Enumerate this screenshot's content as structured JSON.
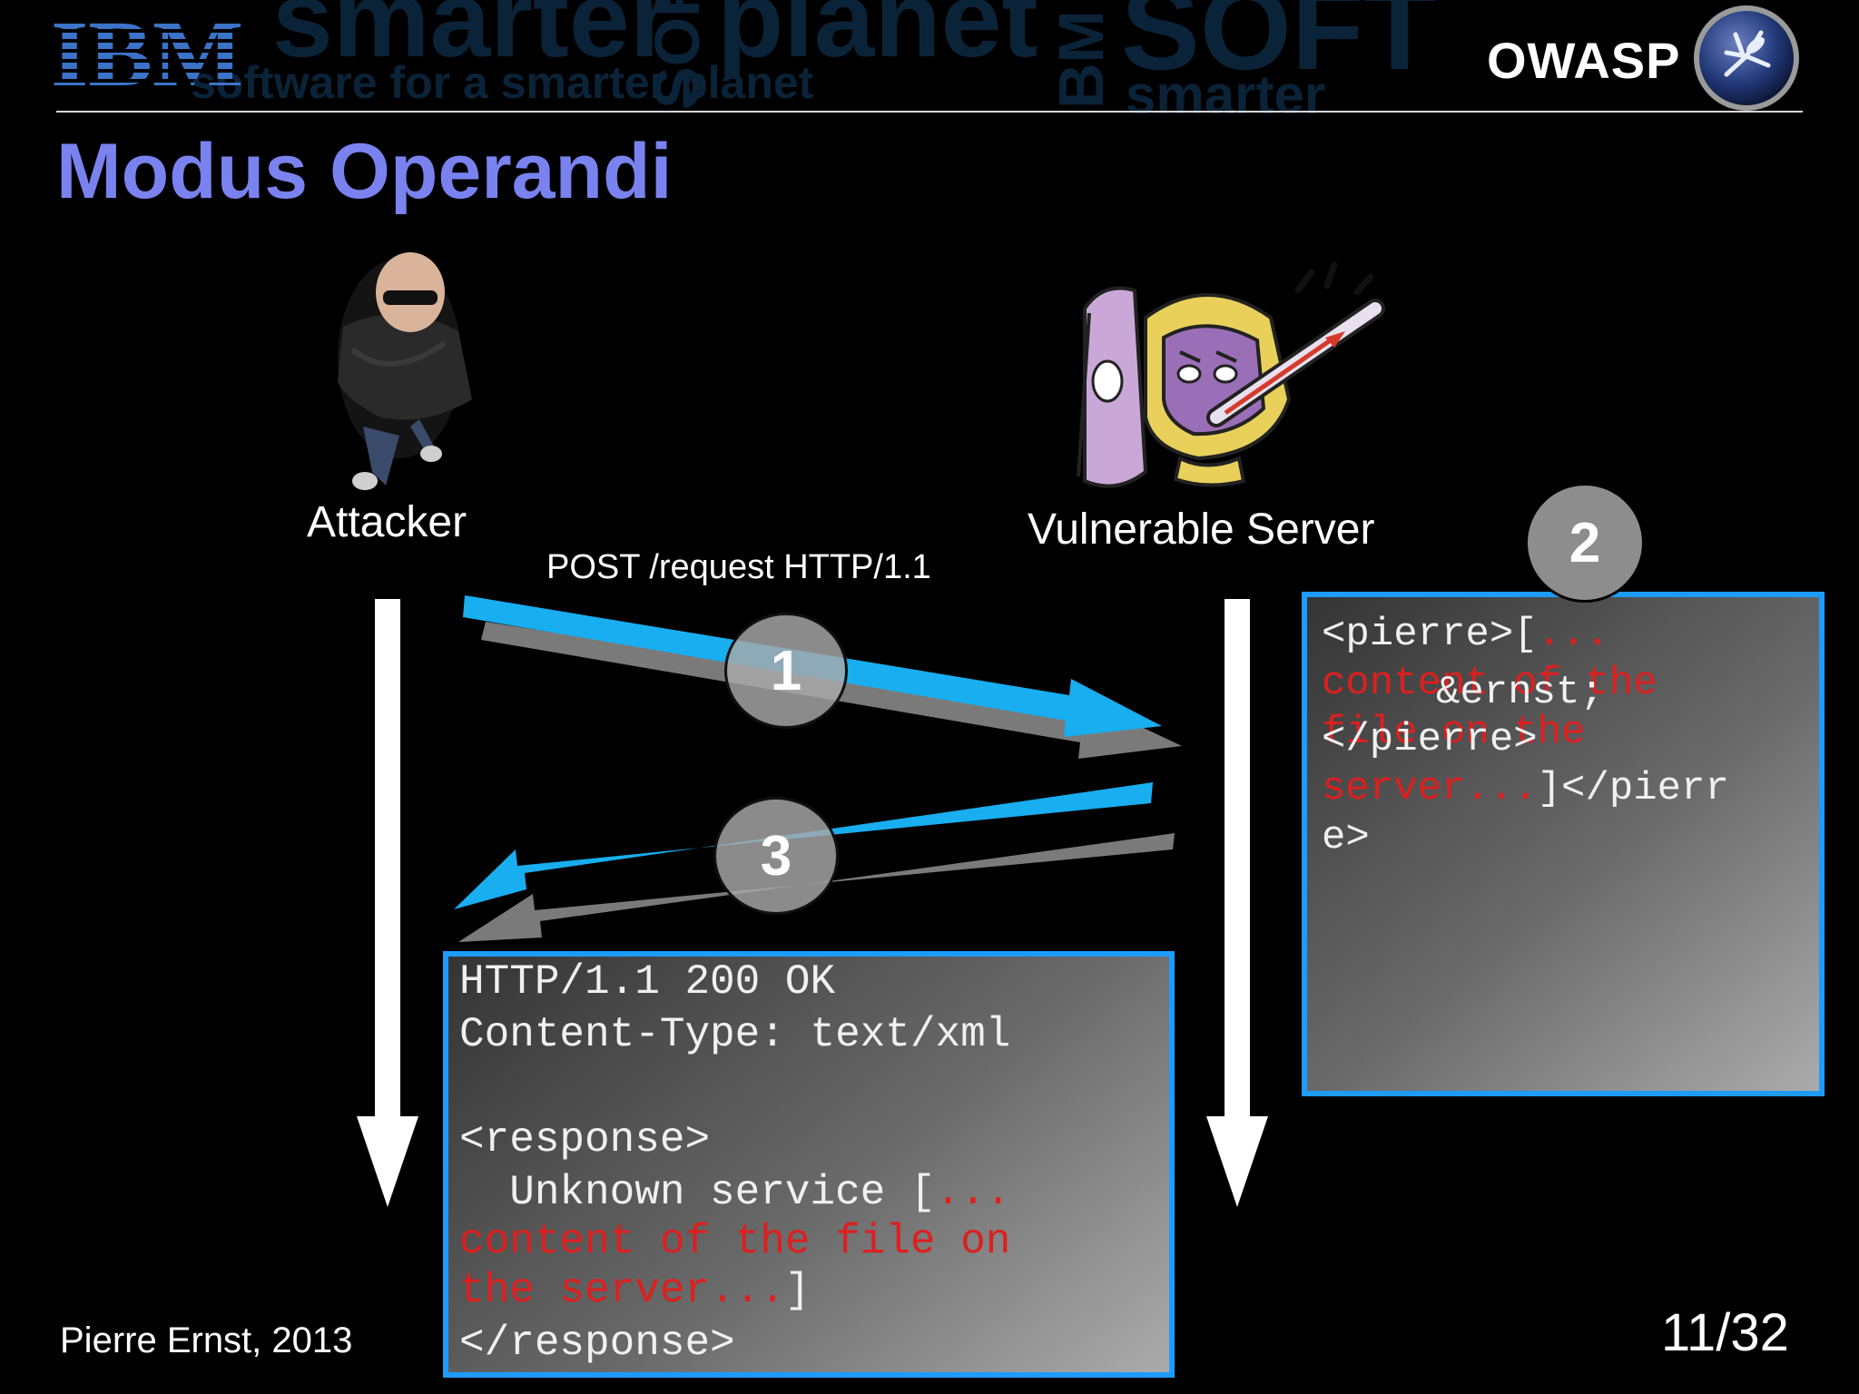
{
  "header": {
    "brand_left": "IBM",
    "brand_right": "OWASP",
    "background_words": [
      "smarter",
      "planet",
      "SOFT",
      "BM",
      "software for a smarter planet",
      "smarter",
      "SOFT"
    ]
  },
  "slide": {
    "title": "Modus Operandi",
    "author": "Pierre Ernst, 2013",
    "page": "11/32"
  },
  "actors": {
    "attacker": {
      "label": "Attacker",
      "icon": "attacker-photo"
    },
    "server": {
      "label": "Vulnerable  Server",
      "icon": "sick-server-cartoon"
    }
  },
  "flow": {
    "request_label": "POST /request HTTP/1.1",
    "steps": [
      "1",
      "2",
      "3"
    ]
  },
  "server_box": {
    "lines": [
      {
        "white": "<pierre>",
        "white2": "[",
        "red": "..."
      },
      {
        "red": "content of the",
        "white": "&ernst;"
      },
      {
        "red": "file on the",
        "white": "</pierre>"
      },
      {
        "red": "server...",
        "white": "]</pierr"
      },
      {
        "white": "e>"
      }
    ]
  },
  "response_box": {
    "line1": "HTTP/1.1 200 OK",
    "line2": "Content-Type: text/xml",
    "line3": "<response>",
    "line4_white": "  Unknown service [",
    "line4_red": "...",
    "line5_red": "content of the file on",
    "line6_red": "the server...",
    "line6_white": "]",
    "line7": "</response>"
  },
  "colors": {
    "title": "#7a82f0",
    "arrow_blue": "#19aef0",
    "box_border": "#1e9bff",
    "red_text": "#dd1f1f"
  }
}
